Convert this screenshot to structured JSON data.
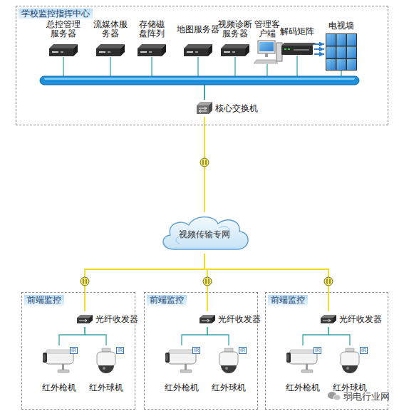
{
  "diagram": {
    "nodes": [
      {
        "text": [
          "学校监控指挥中心"
        ]
      },
      {
        "text": [
          "总控管理 服务器"
        ],
        "in": 0
      },
      {
        "text": [
          "流媒体服 务器"
        ],
        "in": 0
      },
      {
        "text": [
          "存储磁 盘阵列"
        ],
        "in": 0
      },
      {
        "text": [
          "地图服务器"
        ],
        "in": 0
      },
      {
        "text": [
          "视频诊断 服务器"
        ],
        "in": 0
      },
      {
        "text": [
          "管理客 户端"
        ],
        "in": 0
      },
      {
        "text": [
          "解码矩阵"
        ],
        "in": 0
      },
      {
        "text": [
          "电视墙"
        ],
        "in": 0
      },
      {
        "text": [
          "核心交换机"
        ],
        "in": 0
      },
      {
        "text": [
          "视频传输专网"
        ]
      },
      {
        "text": [
          "前端监控"
        ]
      },
      {
        "text": [
          "光纤收发器"
        ],
        "in": 11
      },
      {
        "text": [
          "红外枪机"
        ],
        "in": 11
      },
      {
        "text": [
          "红外球机"
        ],
        "in": 11
      },
      {
        "text": [
          "前端监控"
        ]
      },
      {
        "text": [
          "光纤收发器"
        ],
        "in": 15
      },
      {
        "text": [
          "红外枪机"
        ],
        "in": 15
      },
      {
        "text": [
          "红外球机"
        ],
        "in": 15
      },
      {
        "text": [
          "前端监控"
        ]
      },
      {
        "text": [
          "光纤收发器"
        ],
        "in": 19
      },
      {
        "text": [
          "红外枪机"
        ],
        "in": 19
      },
      {
        "text": [
          "红外球机"
        ],
        "in": 19
      }
    ],
    "edges": [
      {
        "from": 1,
        "to": 9,
        "arrow": "none"
      },
      {
        "from": 2,
        "to": 9,
        "arrow": "none"
      },
      {
        "from": 3,
        "to": 9,
        "arrow": "none"
      },
      {
        "from": 4,
        "to": 9,
        "arrow": "none"
      },
      {
        "from": 5,
        "to": 9,
        "arrow": "none"
      },
      {
        "from": 6,
        "to": 9,
        "arrow": "none"
      },
      {
        "from": 7,
        "to": 9,
        "arrow": "none"
      },
      {
        "from": 8,
        "to": 9,
        "arrow": "none"
      },
      {
        "from": 7,
        "to": 8,
        "arrow": "to"
      },
      {
        "from": 9,
        "to": 10,
        "arrow": "none"
      },
      {
        "from": 10,
        "to": 12,
        "arrow": "none"
      },
      {
        "from": 10,
        "to": 16,
        "arrow": "none"
      },
      {
        "from": 10,
        "to": 20,
        "arrow": "none"
      },
      {
        "from": 12,
        "to": 13,
        "arrow": "none"
      },
      {
        "from": 12,
        "to": 14,
        "arrow": "none"
      },
      {
        "from": 16,
        "to": 17,
        "arrow": "none"
      },
      {
        "from": 16,
        "to": 18,
        "arrow": "none"
      },
      {
        "from": 20,
        "to": 21,
        "arrow": "none"
      },
      {
        "from": 20,
        "to": 22,
        "arrow": "none"
      }
    ],
    "labels": [
      "IR",
      "IR",
      "IR",
      "IR",
      "IR",
      "IR",
      "弱电行业网"
    ]
  }
}
